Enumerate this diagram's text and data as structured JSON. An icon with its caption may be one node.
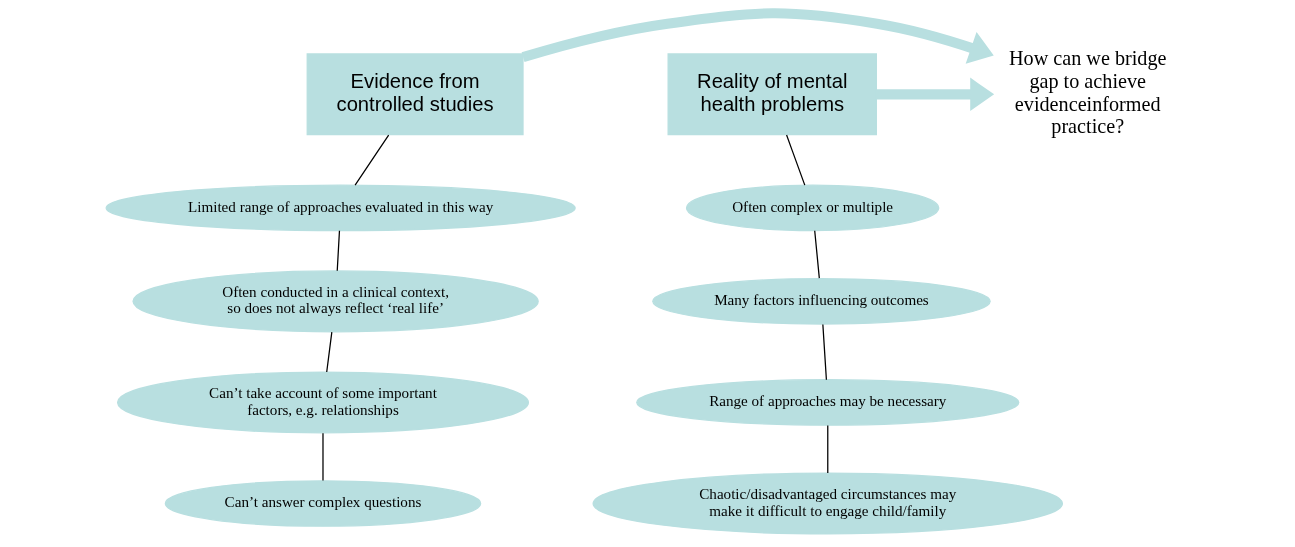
{
  "diagram": {
    "nodes": [
      {
        "text": [
          "Evidence from controlled studies"
        ]
      },
      {
        "text": [
          "Limited range of approaches evaluated in this way"
        ]
      },
      {
        "text": [
          "Often conducted in a clinical context, so does not always reflect ‘real life’"
        ]
      },
      {
        "text": [
          "Can’t take account of some important factors, e.g. relationships"
        ]
      },
      {
        "text": [
          "Can’t answer complex questions"
        ]
      },
      {
        "text": [
          "Reality of mental health problems"
        ]
      },
      {
        "text": [
          "Often complex or multiple"
        ]
      },
      {
        "text": [
          "Many factors influencing outcomes"
        ]
      },
      {
        "text": [
          "Range of approaches may be necessary"
        ]
      },
      {
        "text": [
          "Chaotic/disadvantaged circumstances may make it difficult to engage child/family"
        ]
      },
      {
        "text": [
          "How can we bridge gap to achieve evidenceinformed practice?"
        ]
      }
    ],
    "edges": [
      {
        "from": 0,
        "to": 1,
        "arrow": "none"
      },
      {
        "from": 1,
        "to": 2,
        "arrow": "none"
      },
      {
        "from": 2,
        "to": 3,
        "arrow": "none"
      },
      {
        "from": 3,
        "to": 4,
        "arrow": "none"
      },
      {
        "from": 5,
        "to": 6,
        "arrow": "none"
      },
      {
        "from": 6,
        "to": 7,
        "arrow": "none"
      },
      {
        "from": 7,
        "to": 8,
        "arrow": "none"
      },
      {
        "from": 8,
        "to": 9,
        "arrow": "none"
      },
      {
        "from": 0,
        "to": 10,
        "arrow": "to",
        "style": "thick",
        "color": "#b8dfe0"
      },
      {
        "from": 5,
        "to": 10,
        "arrow": "to",
        "style": "thick",
        "color": "#b8dfe0"
      }
    ]
  }
}
